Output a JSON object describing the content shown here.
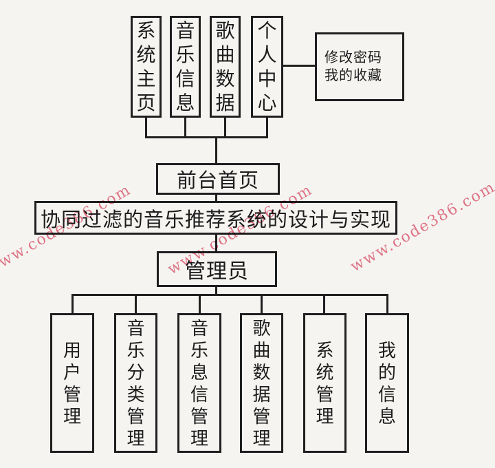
{
  "diagram": {
    "title_node": "协同过滤的音乐推荐系统的设计与实现",
    "front_node": "前台首页",
    "admin_node": "管理员",
    "front_children": [
      "系统主页",
      "音乐信息",
      "歌曲数据",
      "个人中心"
    ],
    "personal_center_box": {
      "line1": "修改密码",
      "line2": "我的收藏"
    },
    "admin_children": [
      "用户管理",
      "音乐分类管理",
      "音乐息信管理",
      "歌曲数据管理",
      "系统管理",
      "我的信息"
    ]
  },
  "watermark": {
    "text": "www.code386.com",
    "color": "#e0566f"
  },
  "colors": {
    "line": "#1f1f1f",
    "background": "#f5f4f1"
  }
}
